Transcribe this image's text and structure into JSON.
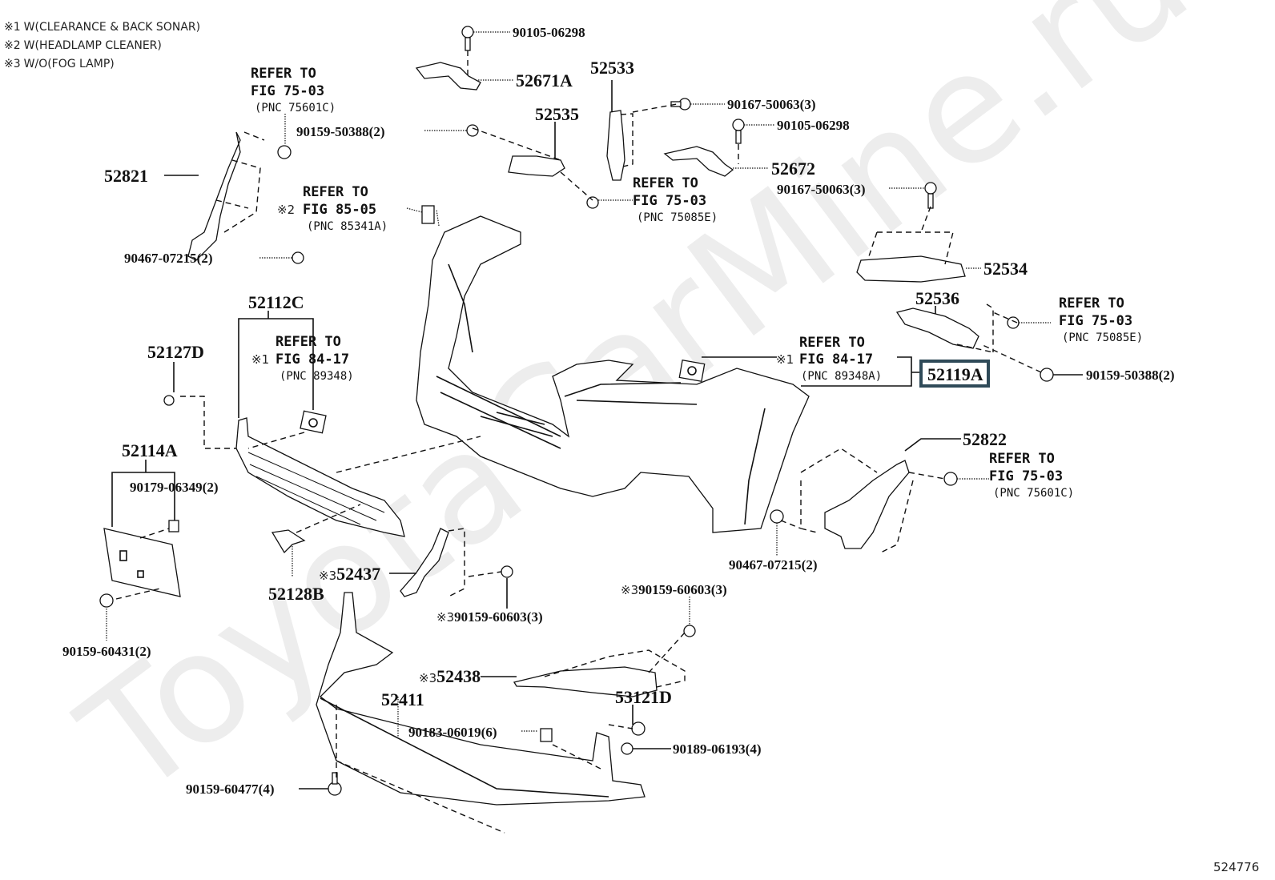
{
  "watermark": "ToyotaCarMine.ru",
  "figure_number": "524776",
  "notes": [
    {
      "mark": "※1",
      "text": "W(CLEARANCE & BACK SONAR)"
    },
    {
      "mark": "※2",
      "text": "W(HEADLAMP CLEANER)"
    },
    {
      "mark": "※3",
      "text": "W/O(FOG LAMP)"
    }
  ],
  "highlight_color": "#2f4a58",
  "highlighted_part": "52119A",
  "parts": {
    "p90105_top": "90105-06298",
    "p52671A": "52671A",
    "p52533": "52533",
    "p52535": "52535",
    "p90167_a": "90167-50063(3)",
    "p90105_b": "90105-06298",
    "p90159_50388_a": "90159-50388(2)",
    "p52672": "52672",
    "p90167_b": "90167-50063(3)",
    "p52821": "52821",
    "p90467_a": "90467-07215(2)",
    "p52534": "52534",
    "p52536": "52536",
    "p90159_50388_b": "90159-50388(2)",
    "p52112C": "52112C",
    "p52127D": "52127D",
    "p52114A": "52114A",
    "p90179": "90179-06349(2)",
    "p90159_60431": "90159-60431(2)",
    "p52128B": "52128B",
    "p52437": "52437",
    "p52437_mark": "※3",
    "p90159_60603_a": "90159-60603(3)",
    "p90159_60603_a_mark": "※3",
    "p90159_60603_b": "90159-60603(3)",
    "p90159_60603_b_mark": "※3",
    "p52438": "52438",
    "p52438_mark": "※3",
    "p52411": "52411",
    "p53121D": "53121D",
    "p90183": "90183-06019(6)",
    "p90189": "90189-06193(4)",
    "p90159_60477": "90159-60477(4)",
    "p52822": "52822",
    "p90467_b": "90467-07215(2)"
  },
  "refs": [
    {
      "id": "ref_75601C_top",
      "line1": "REFER TO",
      "line2": "FIG 75-03",
      "pnc": "(PNC 75601C)",
      "mark": ""
    },
    {
      "id": "ref_85341A",
      "line1": "REFER TO",
      "line2": "FIG 85-05",
      "pnc": "(PNC 85341A)",
      "mark": "※2"
    },
    {
      "id": "ref_75085E_mid",
      "line1": "REFER TO",
      "line2": "FIG 75-03",
      "pnc": "(PNC 75085E)",
      "mark": ""
    },
    {
      "id": "ref_75085E_right",
      "line1": "REFER TO",
      "line2": "FIG 75-03",
      "pnc": "(PNC 75085E)",
      "mark": ""
    },
    {
      "id": "ref_89348",
      "line1": "REFER TO",
      "line2": "FIG 84-17",
      "pnc": "(PNC 89348)",
      "mark": "※1"
    },
    {
      "id": "ref_89348A",
      "line1": "REFER TO",
      "line2": "FIG 84-17",
      "pnc": "(PNC 89348A)",
      "mark": "※1"
    },
    {
      "id": "ref_75601C_right",
      "line1": "REFER TO",
      "line2": "FIG 75-03",
      "pnc": "(PNC 75601C)",
      "mark": ""
    }
  ]
}
